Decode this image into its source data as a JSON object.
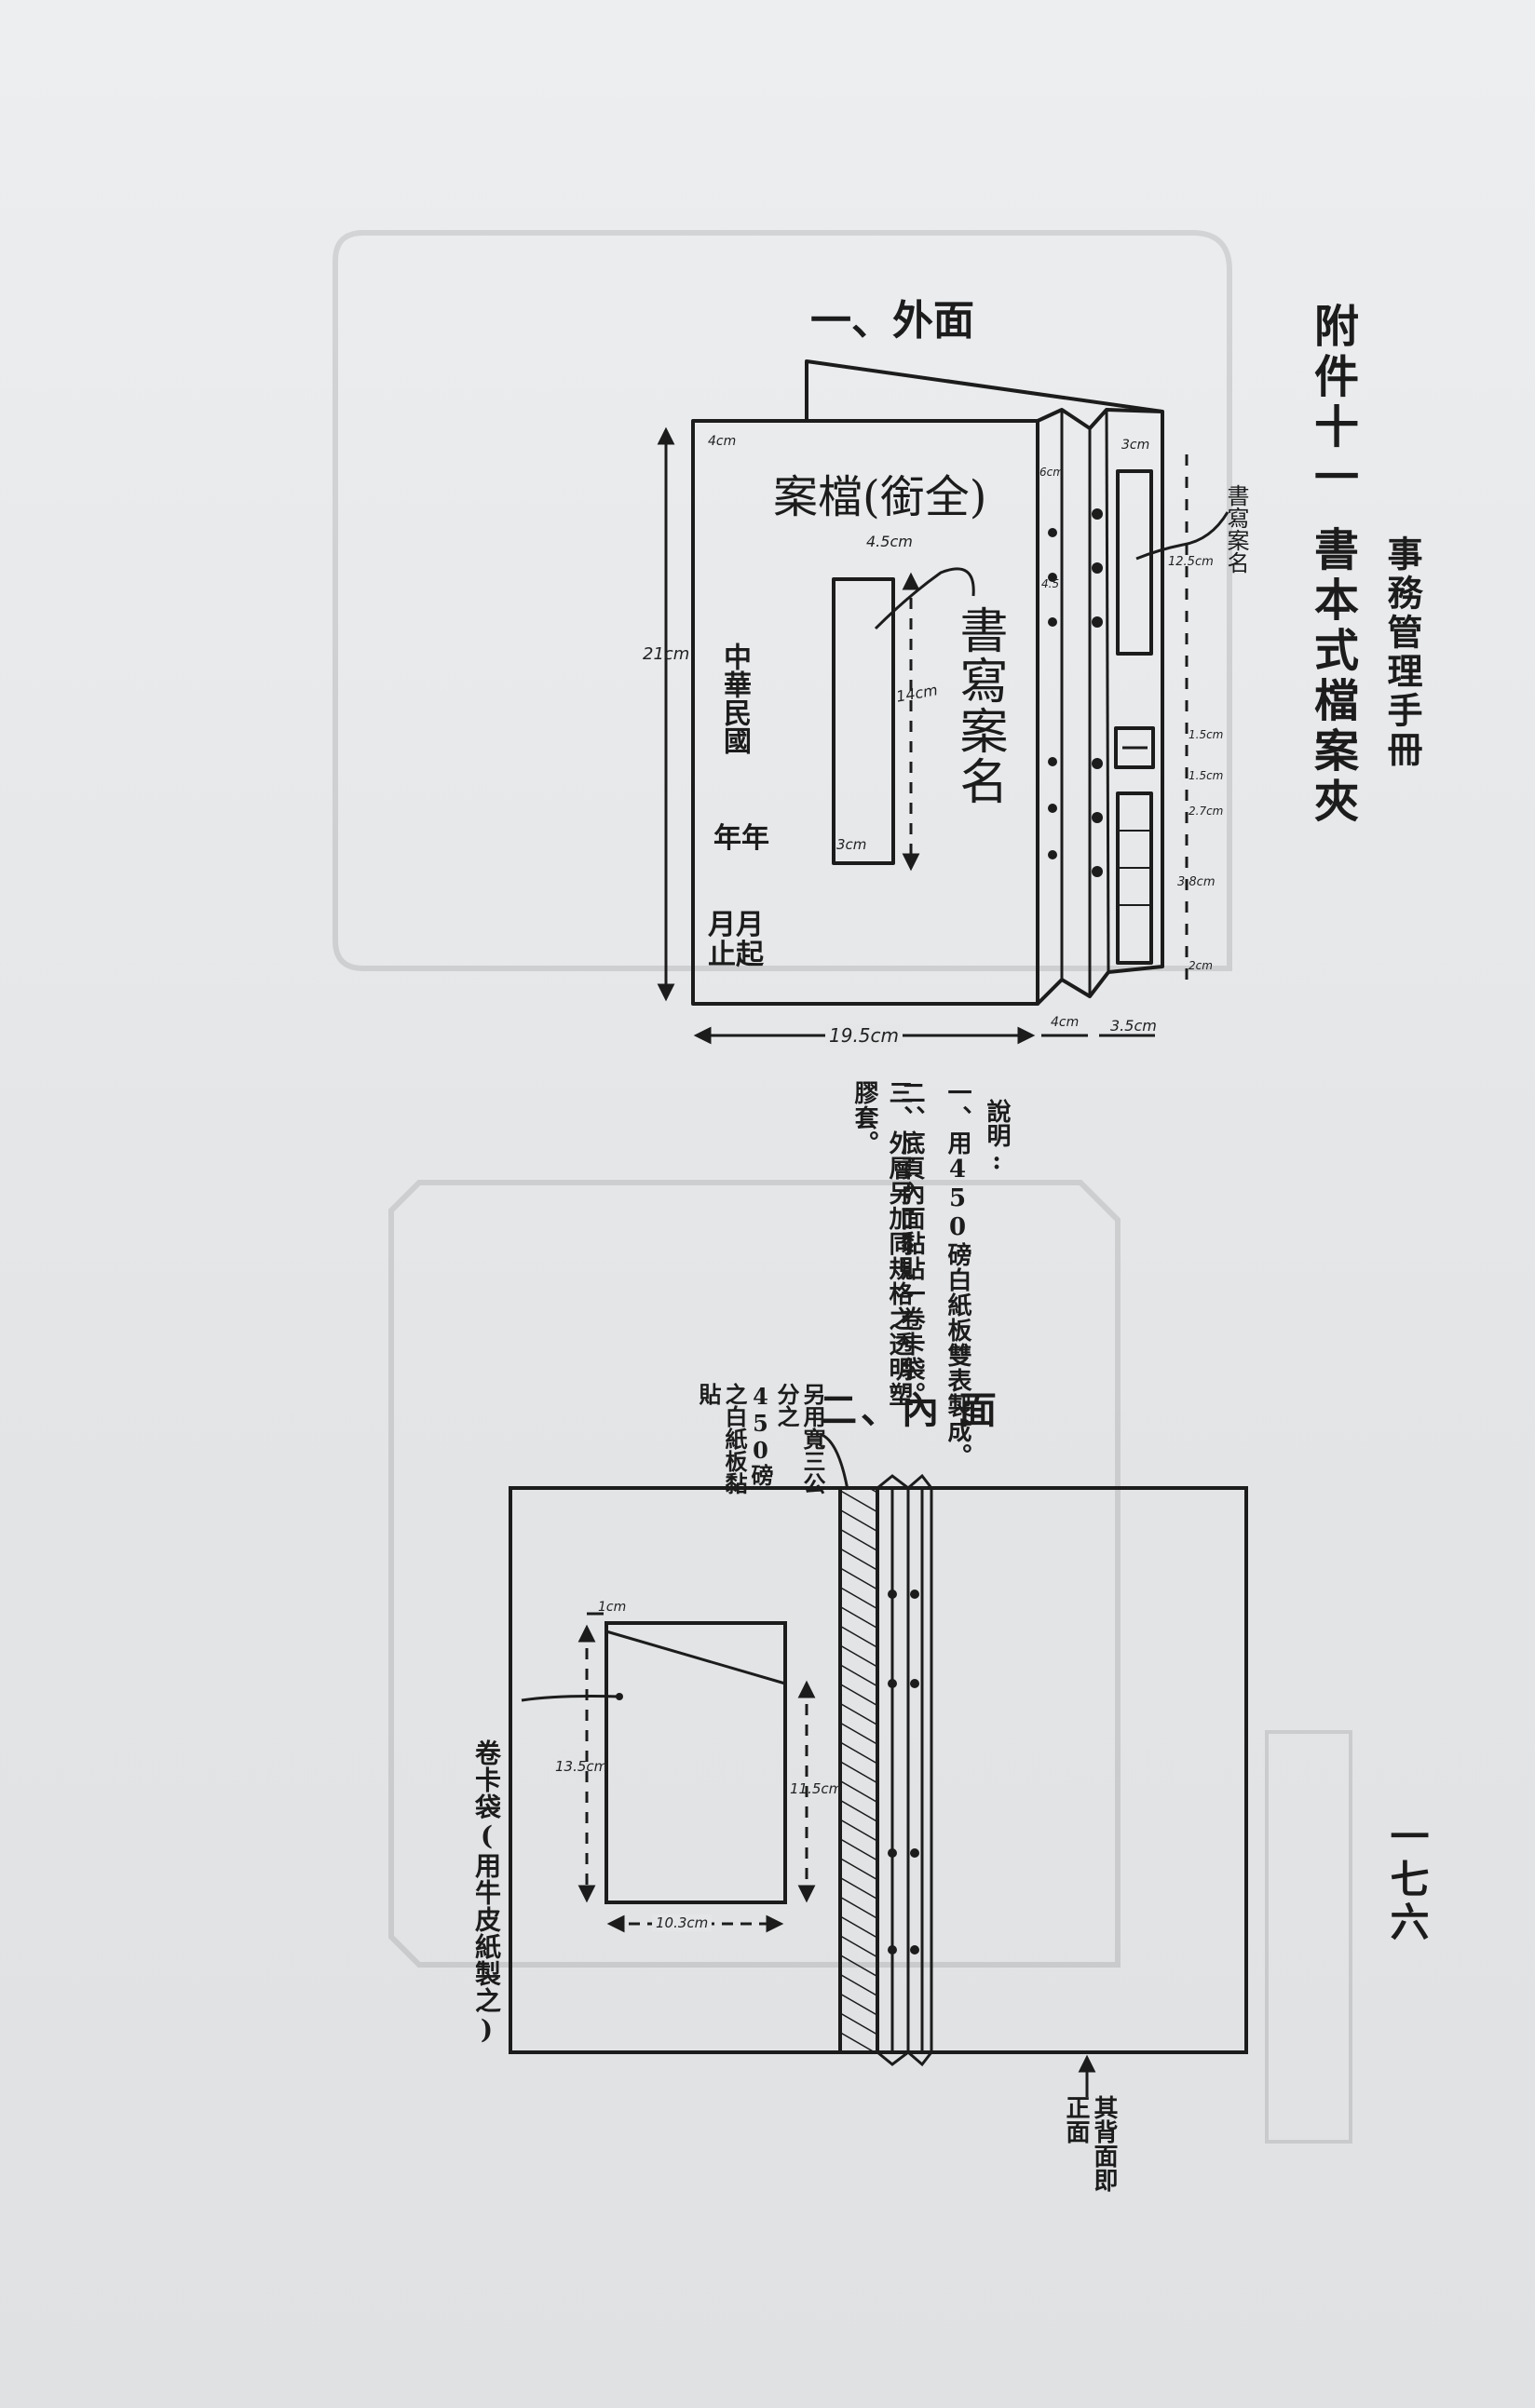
{
  "header": {
    "book_title": "事務管理手冊",
    "attachment": "附件十一",
    "subject": "書本式檔案夾",
    "page_number": "一七六"
  },
  "outside": {
    "heading": "一、外面",
    "cover_title": "案檔(銜全)",
    "write_case_name": "書寫案名",
    "spine_label": "書寫案名",
    "date_col1": "中華民國",
    "date_col2": "年年",
    "date_col3": "月月止起",
    "dimensions": {
      "height": "21cm",
      "width": "19.5cm",
      "spine_width": "4cm",
      "flap_width": "3.5cm",
      "top_margin": "4cm",
      "label_box_width": "4.5cm",
      "label_box_height": "14cm",
      "label_box_bottom": "3cm",
      "spine_top_box_width": "3cm",
      "spine_top_box_height": "12.5cm",
      "spine_gap_a": "6cm",
      "spine_gap_b": "4.5",
      "spine_gap_c": "1.5cm",
      "spine_gap_d": "1.5cm",
      "spine_gap_e": "2.7cm",
      "spine_gap_f": "3.8cm",
      "spine_gap_g": "2cm"
    }
  },
  "notes": {
    "heading": "說明:",
    "items": [
      "一、用450磅白紙板雙表製成。",
      "二、底頁內面黏貼一卷卡袋。",
      "三、外層另加同規格之透明塑膠套。"
    ]
  },
  "inside": {
    "heading": "二、內 面",
    "paper_note": "另用寬三公分之450磅之白紙板黏貼",
    "pocket_label": "卷卡袋(用牛皮紙製之)",
    "back_note": "其背面即正面",
    "dimensions": {
      "pocket_top": "1cm",
      "pocket_height": "13.5cm",
      "pocket_inner_height": "11.5cm",
      "pocket_width": "10.3cm"
    }
  },
  "colors": {
    "ink": "#1c1c1c",
    "paper": "#e6e7e9"
  }
}
